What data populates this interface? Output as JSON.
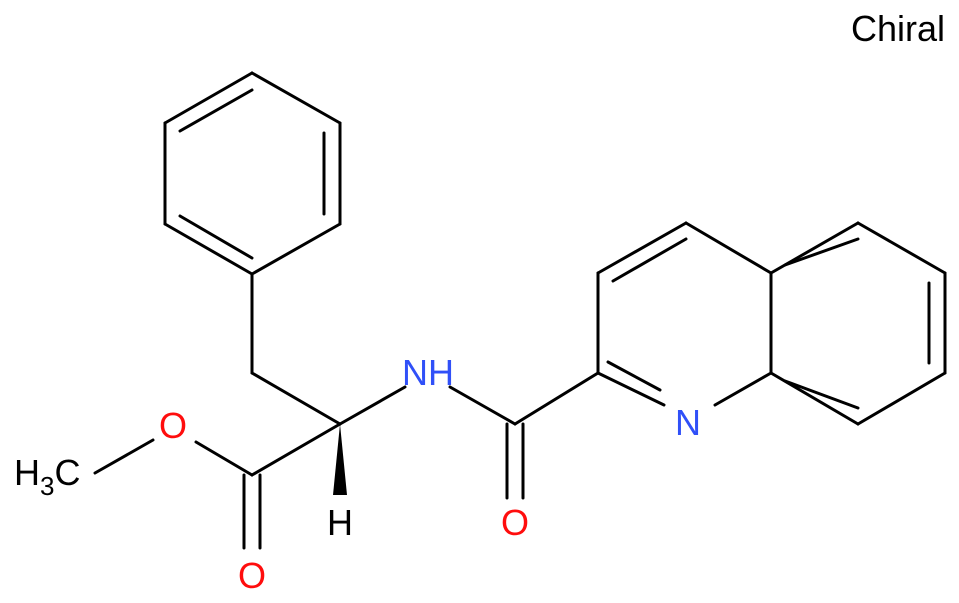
{
  "flag": {
    "text": "Chiral"
  },
  "atoms": {
    "n_quinoline": {
      "text": "N",
      "color": "#3050F8"
    },
    "nh": {
      "text": "NH",
      "color": "#3050F8"
    },
    "h_stereo": {
      "text": "H",
      "color": "#000000"
    },
    "o_ester": {
      "text": "O",
      "color": "#FF0D0D"
    },
    "o_ester_carbonyl": {
      "text": "O",
      "color": "#FF0D0D"
    },
    "o_amide_carbonyl": {
      "text": "O",
      "color": "#FF0D0D"
    },
    "methyl": {
      "main": "H",
      "subscript": "3",
      "tail": "C",
      "color": "#000000"
    }
  }
}
